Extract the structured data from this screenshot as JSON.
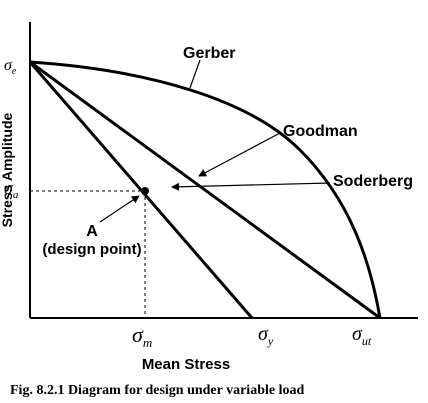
{
  "figure": {
    "caption": "Fig. 8.2.1 Diagram for design under variable load",
    "x_axis_title": "Mean Stress",
    "y_axis_title": "Stress Amplitude"
  },
  "symbols": {
    "sigma_e": {
      "base": "σ",
      "sub": "e"
    },
    "sigma_a": {
      "base": "σ",
      "sub": "a"
    },
    "sigma_m": {
      "base": "σ",
      "sub": "m"
    },
    "sigma_y": {
      "base": "σ",
      "sub": "y"
    },
    "sigma_ut": {
      "base": "σ",
      "sub": "ut"
    }
  },
  "curves": {
    "gerber": "Gerber",
    "goodman": "Goodman",
    "soderberg": "Soderberg"
  },
  "design_point": {
    "name": "A",
    "label": "(design point)"
  }
}
